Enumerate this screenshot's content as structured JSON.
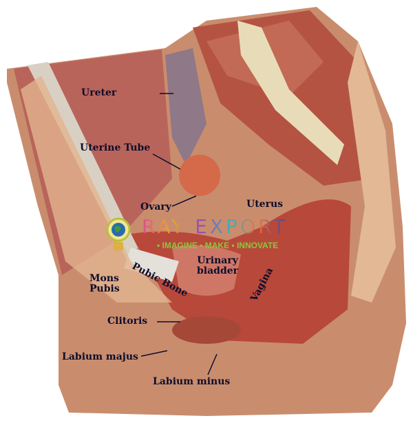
{
  "labels": {
    "ureter": "Ureter",
    "uterine_tube": "Uterine Tube",
    "ovary": "Ovary",
    "uterus": "Uterus",
    "pubic_bone": "Pubic Bone",
    "urinary_bladder_1": "Urinary",
    "urinary_bladder_2": "bladder",
    "vagina": "Vagina",
    "mons_pubis_1": "Mons",
    "mons_pubis_2": "Pubis",
    "clitoris": "Clitoris",
    "labium_majus": "Labium majus",
    "labium_minus": "Labium minus"
  },
  "watermark": {
    "brand": "RAY EXPORT",
    "tagline": "• IMAGINE  • MAKE • INNOVATE"
  }
}
